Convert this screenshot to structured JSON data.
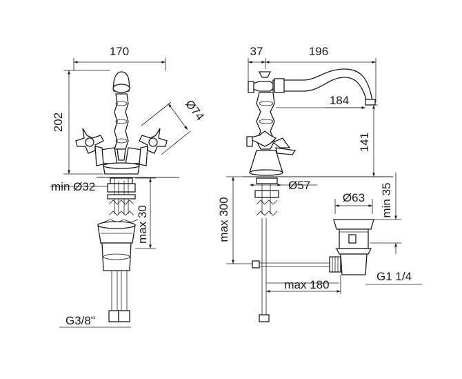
{
  "front_view": {
    "width_label": "170",
    "height_label": "202",
    "handle_diameter_label": "Ø74",
    "hole_diameter_label": "min Ø32",
    "deck_thickness_label": "max 30",
    "thread_label": "G3/8\""
  },
  "side_view": {
    "rear_offset_label": "37",
    "spout_reach_label": "196",
    "spout_inner_label": "184",
    "spout_height_label": "141",
    "base_diameter_label": "Ø57",
    "rod_length_label": "max 300",
    "waste_diameter_label": "Ø63",
    "waste_height_label": "min 35",
    "rod_reach_label": "max 180",
    "waste_thread_label": "G1 1/4"
  }
}
